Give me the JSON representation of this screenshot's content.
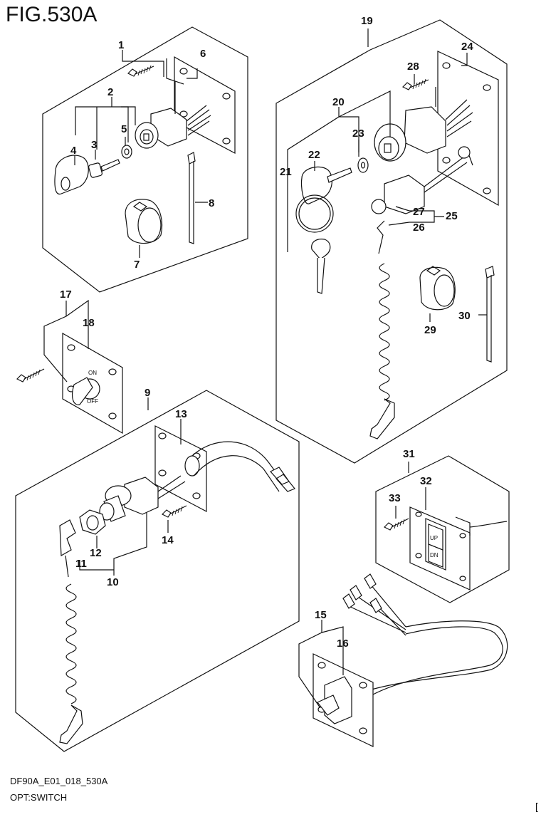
{
  "figure": {
    "title": "FIG.530A"
  },
  "footer": {
    "code": "DF90A_E01_018_530A",
    "name": "OPT:SWITCH",
    "edge_mark": "["
  },
  "switch_text": {
    "on": "ON",
    "off": "OFF",
    "up": "UP",
    "dn": "DN"
  },
  "callouts": [
    {
      "ref": "1",
      "label": "1"
    },
    {
      "ref": "2",
      "label": "2"
    },
    {
      "ref": "3",
      "label": "3"
    },
    {
      "ref": "4",
      "label": "4"
    },
    {
      "ref": "5",
      "label": "5"
    },
    {
      "ref": "6",
      "label": "6"
    },
    {
      "ref": "7",
      "label": "7"
    },
    {
      "ref": "8",
      "label": "8"
    },
    {
      "ref": "9",
      "label": "9"
    },
    {
      "ref": "10",
      "label": "10"
    },
    {
      "ref": "11",
      "label": "11"
    },
    {
      "ref": "12",
      "label": "12"
    },
    {
      "ref": "13",
      "label": "13"
    },
    {
      "ref": "14",
      "label": "14"
    },
    {
      "ref": "15",
      "label": "15"
    },
    {
      "ref": "16",
      "label": "16"
    },
    {
      "ref": "17",
      "label": "17"
    },
    {
      "ref": "18",
      "label": "18"
    },
    {
      "ref": "19",
      "label": "19"
    },
    {
      "ref": "20",
      "label": "20"
    },
    {
      "ref": "21",
      "label": "21"
    },
    {
      "ref": "22",
      "label": "22"
    },
    {
      "ref": "23",
      "label": "23"
    },
    {
      "ref": "24",
      "label": "24"
    },
    {
      "ref": "25",
      "label": "25"
    },
    {
      "ref": "26",
      "label": "26"
    },
    {
      "ref": "27",
      "label": "27"
    },
    {
      "ref": "28",
      "label": "28"
    },
    {
      "ref": "29",
      "label": "29"
    },
    {
      "ref": "30",
      "label": "30"
    },
    {
      "ref": "31",
      "label": "31"
    },
    {
      "ref": "32",
      "label": "32"
    },
    {
      "ref": "33",
      "label": "33"
    }
  ]
}
